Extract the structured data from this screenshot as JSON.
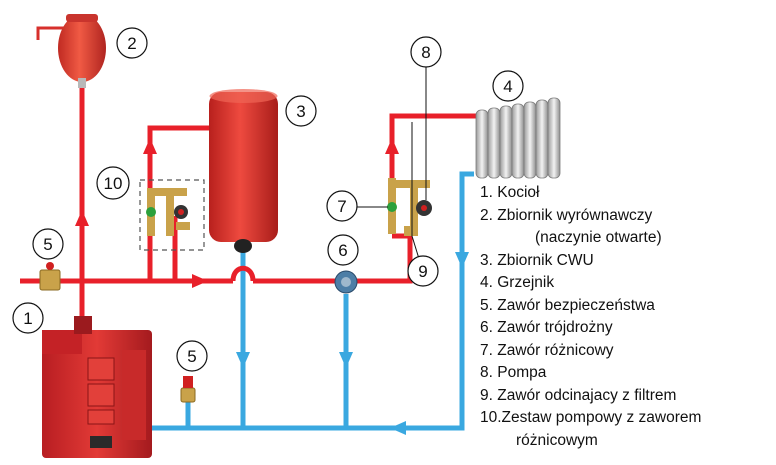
{
  "colors": {
    "hot_pipe": "#e8202a",
    "cold_pipe": "#3aa8e0",
    "boiler": "#d8262c",
    "tank": "#e3352f",
    "radiator": "#d7d7d7",
    "valve_brass": "#c9a24a"
  },
  "callouts": {
    "c1": "1",
    "c2": "2",
    "c3": "3",
    "c4": "4",
    "c5a": "5",
    "c5b": "5",
    "c6": "6",
    "c7": "7",
    "c8": "8",
    "c9": "9",
    "c10": "10"
  },
  "legend": {
    "items": [
      "1. Kocioł",
      "2. Zbiornik wyrównawczy",
      "(naczynie otwarte)",
      "3. Zbiornik CWU",
      "4. Grzejnik",
      "5. Zawór bezpieczeństwa",
      "6. Zawór trójdrożny",
      "7. Zawór różnicowy",
      "8. Pompa",
      "9. Zawór odcinajacy z filtrem",
      "10.Zestaw pompowy z zaworem",
      "różnicowym"
    ]
  },
  "icons": [
    "expansion-tank-icon",
    "hot-water-tank-icon",
    "radiator-icon",
    "boiler-icon",
    "safety-valve-icon",
    "three-way-valve-icon",
    "pump-group-icon"
  ]
}
